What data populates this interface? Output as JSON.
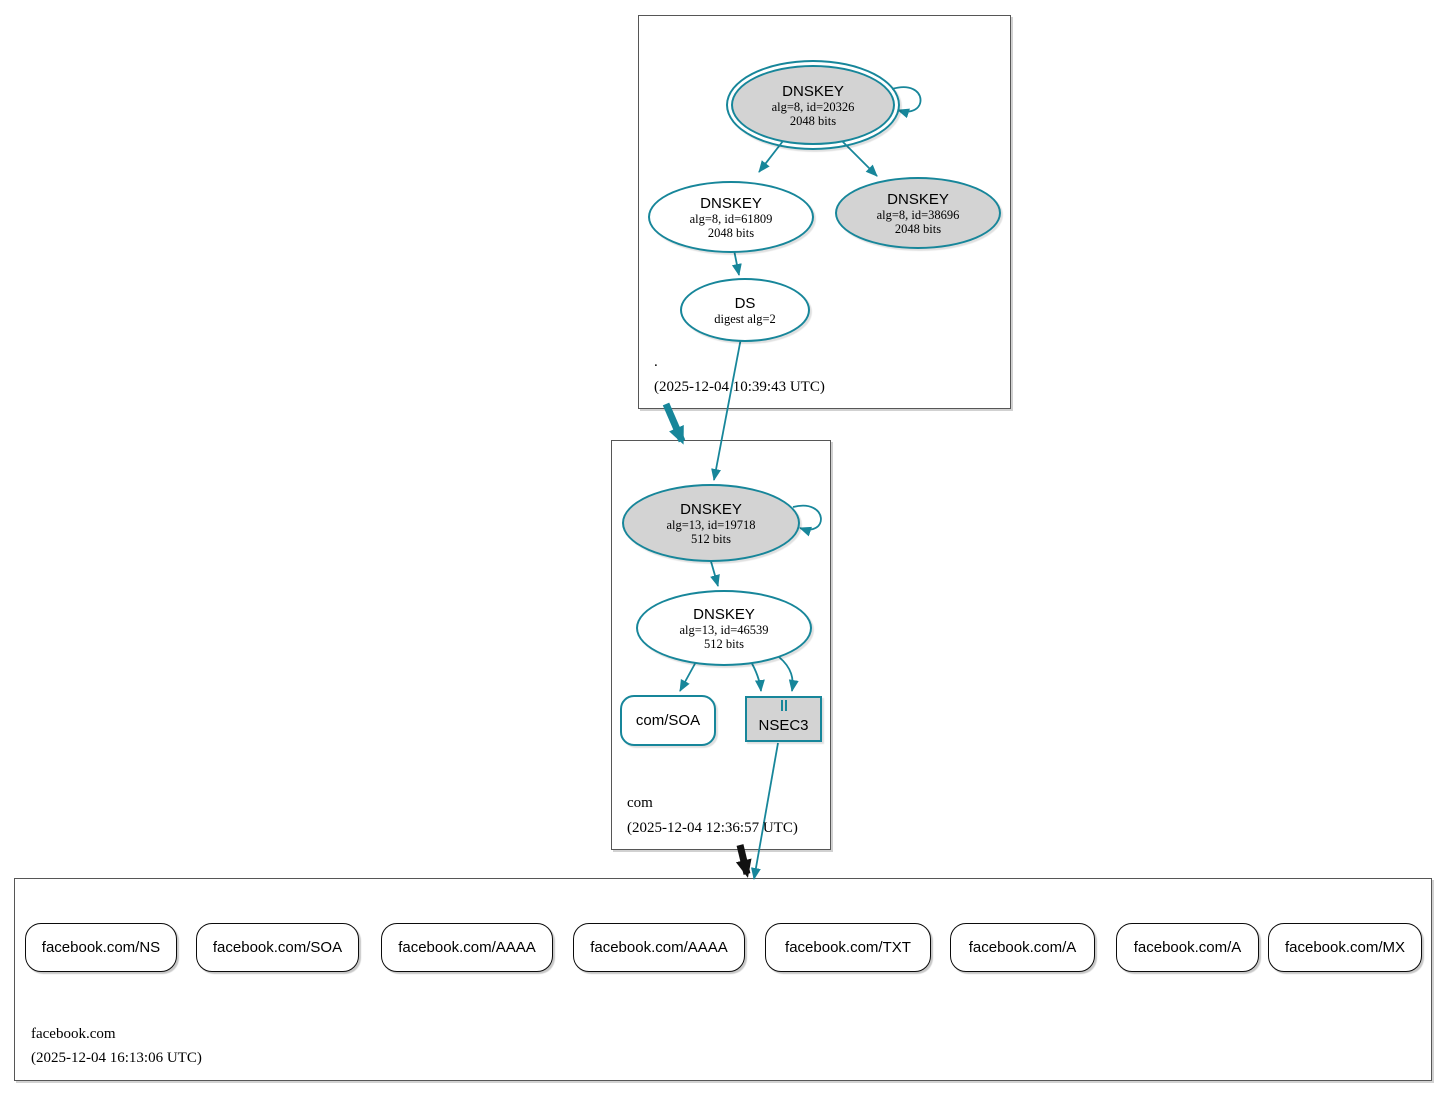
{
  "colors": {
    "secure_teal": "#17869a",
    "node_fill_gray": "#d3d3d3",
    "zone_border_gray": "#565656",
    "record_border_black": "#0b0b0b"
  },
  "zones": {
    "root": {
      "label": ".",
      "timestamp": "(2025-12-04 10:39:43 UTC)"
    },
    "com": {
      "label": "com",
      "timestamp": "(2025-12-04 12:36:57 UTC)"
    },
    "facebook": {
      "label": "facebook.com",
      "timestamp": "(2025-12-04 16:13:06 UTC)"
    }
  },
  "nodes": {
    "root_ksk": {
      "title": "DNSKEY",
      "detail1": "alg=8, id=20326",
      "detail2": "2048 bits"
    },
    "root_zsk": {
      "title": "DNSKEY",
      "detail1": "alg=8, id=61809",
      "detail2": "2048 bits"
    },
    "root_ksk2": {
      "title": "DNSKEY",
      "detail1": "alg=8, id=38696",
      "detail2": "2048 bits"
    },
    "root_ds": {
      "title": "DS",
      "detail1": "digest alg=2"
    },
    "com_ksk": {
      "title": "DNSKEY",
      "detail1": "alg=13, id=19718",
      "detail2": "512 bits"
    },
    "com_zsk": {
      "title": "DNSKEY",
      "detail1": "alg=13, id=46539",
      "detail2": "512 bits"
    },
    "com_soa": {
      "label": "com/SOA"
    },
    "com_nsec3": {
      "label": "NSEC3"
    }
  },
  "records": [
    {
      "label": "facebook.com/NS"
    },
    {
      "label": "facebook.com/SOA"
    },
    {
      "label": "facebook.com/AAAA"
    },
    {
      "label": "facebook.com/AAAA"
    },
    {
      "label": "facebook.com/TXT"
    },
    {
      "label": "facebook.com/A"
    },
    {
      "label": "facebook.com/A"
    },
    {
      "label": "facebook.com/MX"
    }
  ]
}
